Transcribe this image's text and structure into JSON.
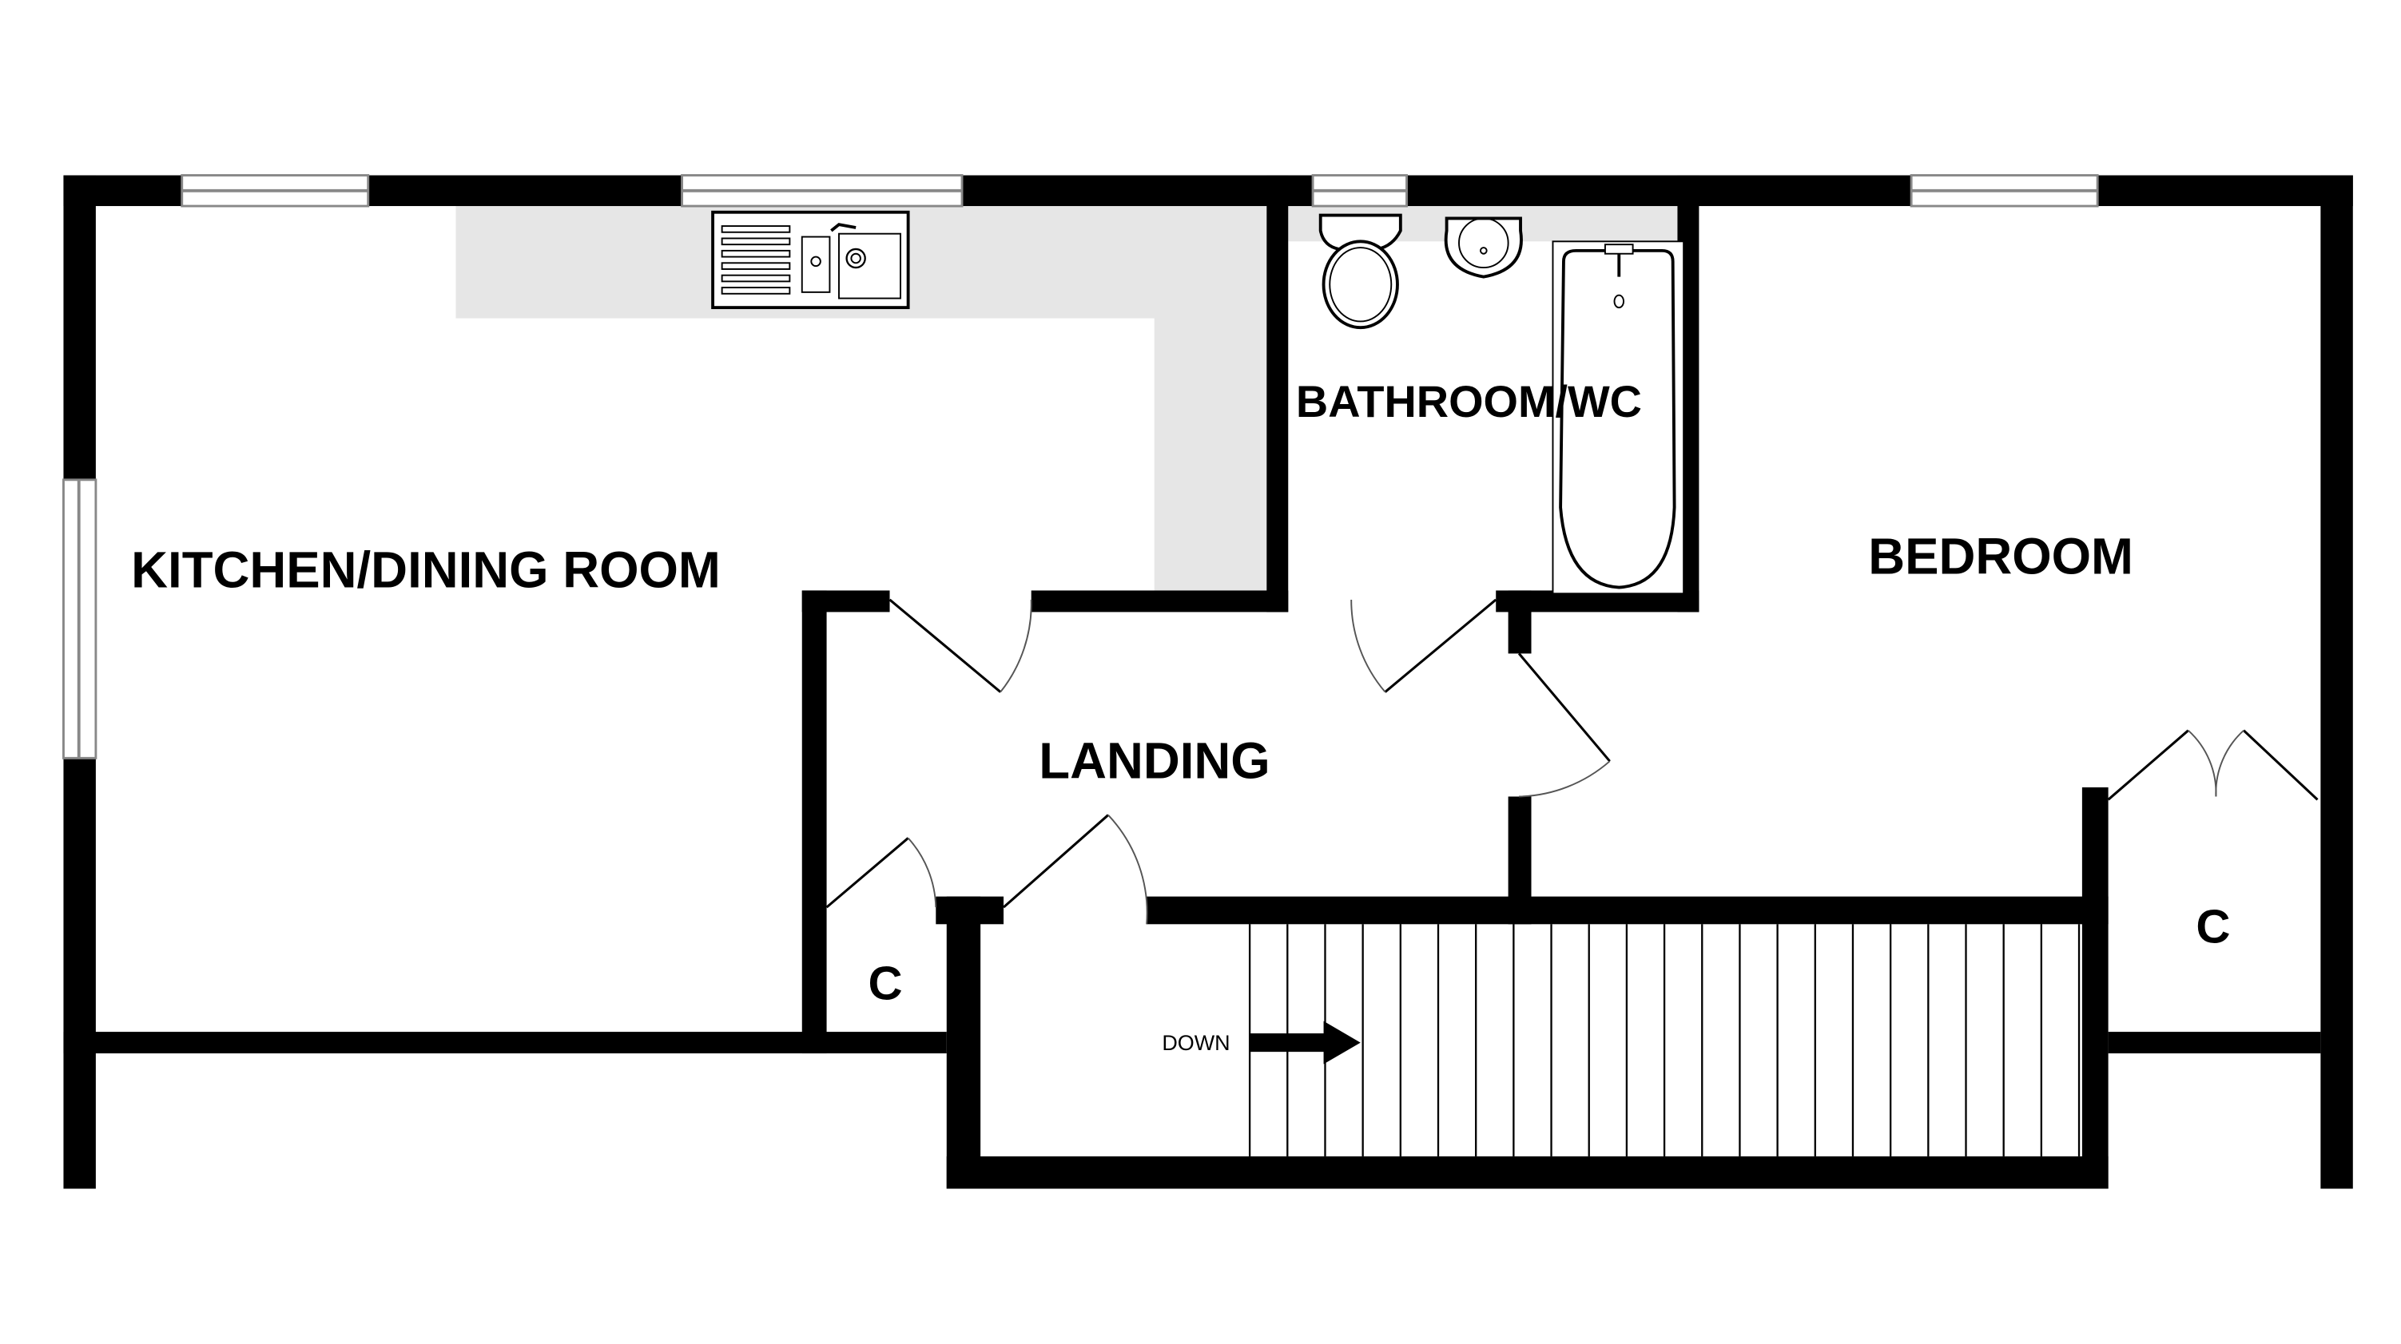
{
  "rooms": {
    "kitchen": "KITCHEN/DINING ROOM",
    "bathroom": "BATHROOM/WC",
    "bedroom": "BEDROOM",
    "landing": "LANDING",
    "cupboard_left": "C",
    "cupboard_right": "C"
  },
  "stairs": {
    "direction_label": "DOWN"
  },
  "colors": {
    "wall": "#000000",
    "counter": "#e6e6e6",
    "window_line": "#888888"
  }
}
